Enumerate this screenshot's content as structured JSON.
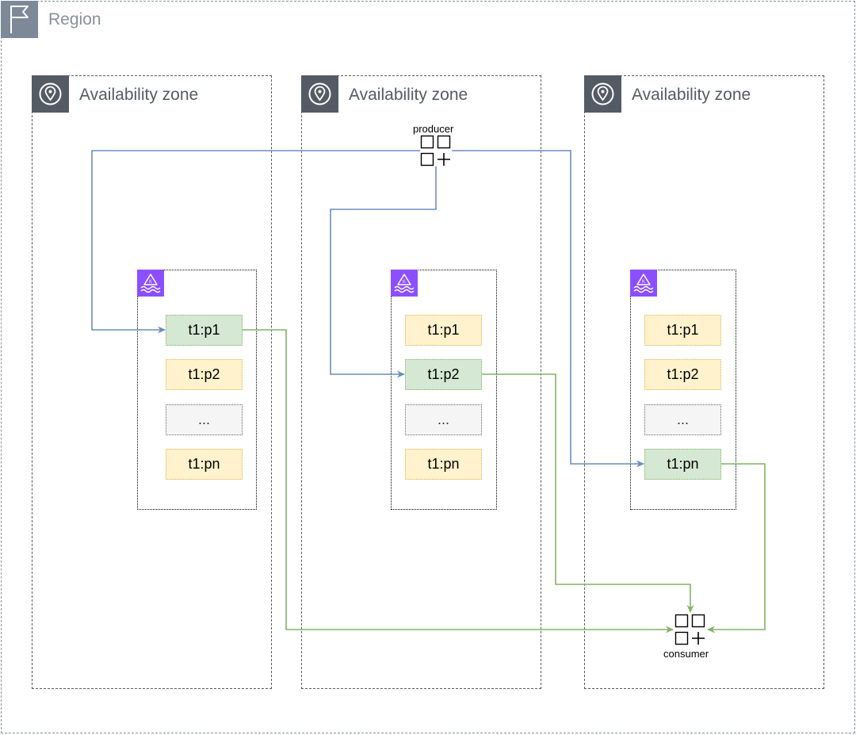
{
  "region": {
    "label": "Region",
    "icon": "region-flag-icon",
    "border_color": "#879196"
  },
  "zones": [
    {
      "label": "Availability zone",
      "icon": "location-pin-icon"
    },
    {
      "label": "Availability zone",
      "icon": "location-pin-icon"
    },
    {
      "label": "Availability zone",
      "icon": "location-pin-icon"
    }
  ],
  "brokers": [
    {
      "icon": "amazon-msk-icon",
      "partitions": [
        {
          "label": "t1:p1",
          "role": "leader"
        },
        {
          "label": "t1:p2",
          "role": "follower"
        },
        {
          "label": "...",
          "role": "more"
        },
        {
          "label": "t1:pn",
          "role": "follower"
        }
      ]
    },
    {
      "icon": "amazon-msk-icon",
      "partitions": [
        {
          "label": "t1:p1",
          "role": "follower"
        },
        {
          "label": "t1:p2",
          "role": "leader"
        },
        {
          "label": "...",
          "role": "more"
        },
        {
          "label": "t1:pn",
          "role": "follower"
        }
      ]
    },
    {
      "icon": "amazon-msk-icon",
      "partitions": [
        {
          "label": "t1:p1",
          "role": "follower"
        },
        {
          "label": "t1:p2",
          "role": "follower"
        },
        {
          "label": "...",
          "role": "more"
        },
        {
          "label": "t1:pn",
          "role": "leader"
        }
      ]
    }
  ],
  "producer": {
    "label": "producer",
    "icon": "application-icon"
  },
  "consumer": {
    "label": "consumer",
    "icon": "application-icon"
  },
  "colors": {
    "produce_flow": "#6c8ebf",
    "consume_flow": "#82b366",
    "leader_fill": "#d5e8d4",
    "follower_fill": "#fff2cc",
    "more_fill": "#f5f5f5",
    "msk": "#8c4fff",
    "zone": "#545b64"
  }
}
